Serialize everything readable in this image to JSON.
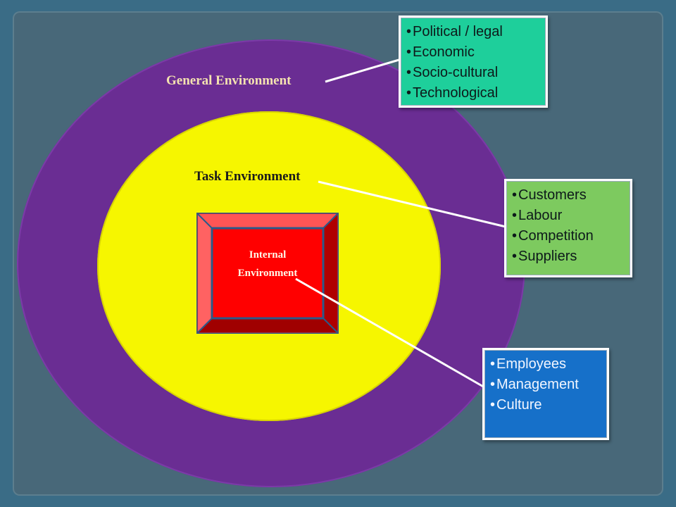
{
  "diagram": {
    "general": {
      "label": "General Environment",
      "factors": [
        "Political / legal",
        "Economic",
        "Socio-cultural",
        "Technological"
      ]
    },
    "task": {
      "label": "Task Environment",
      "factors": [
        "Customers",
        "Labour",
        "Competition",
        "Suppliers"
      ]
    },
    "internal": {
      "label_line1": "Internal",
      "label_line2": "Environment",
      "factors": [
        "Employees",
        "Management",
        "Culture"
      ]
    }
  },
  "colors": {
    "background": "#486879",
    "general_ring": "#6a2d93",
    "task_ring": "#f6f600",
    "internal_box": "#ff0000",
    "general_callout": "#1ecf9b",
    "task_callout": "#7dca5f",
    "internal_callout": "#1670c9"
  }
}
